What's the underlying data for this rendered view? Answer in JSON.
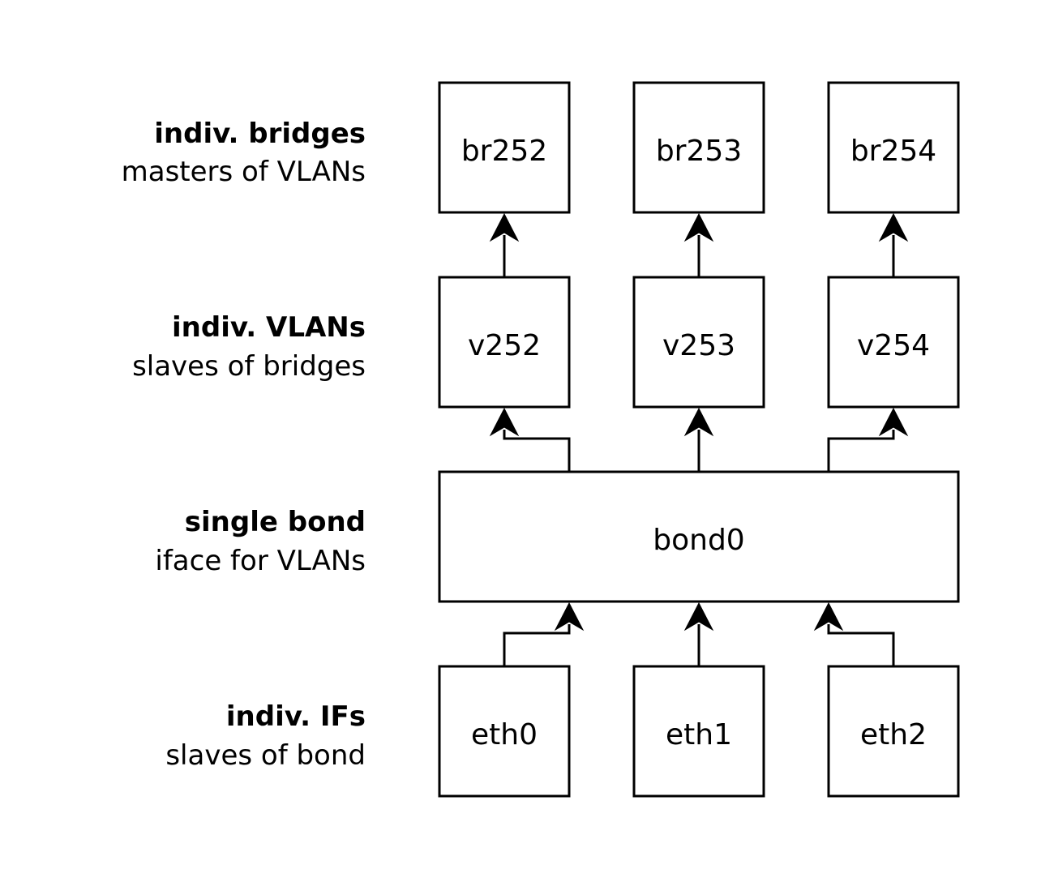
{
  "tiers": [
    {
      "title": "indiv. bridges",
      "subtitle": "masters of VLANs"
    },
    {
      "title": "indiv. VLANs",
      "subtitle": "slaves of bridges"
    },
    {
      "title": "single bond",
      "subtitle": "iface for VLANs"
    },
    {
      "title": "indiv. IFs",
      "subtitle": "slaves of bond"
    }
  ],
  "nodes": {
    "br252": "br252",
    "br253": "br253",
    "br254": "br254",
    "v252": "v252",
    "v253": "v253",
    "v254": "v254",
    "bond0": "bond0",
    "eth0": "eth0",
    "eth1": "eth1",
    "eth2": "eth2"
  },
  "edges": [
    {
      "from": "v252",
      "to": "br252"
    },
    {
      "from": "v253",
      "to": "br253"
    },
    {
      "from": "v254",
      "to": "br254"
    },
    {
      "from": "bond0",
      "to": "v252"
    },
    {
      "from": "bond0",
      "to": "v253"
    },
    {
      "from": "bond0",
      "to": "v254"
    },
    {
      "from": "eth0",
      "to": "bond0"
    },
    {
      "from": "eth1",
      "to": "bond0"
    },
    {
      "from": "eth2",
      "to": "bond0"
    }
  ]
}
